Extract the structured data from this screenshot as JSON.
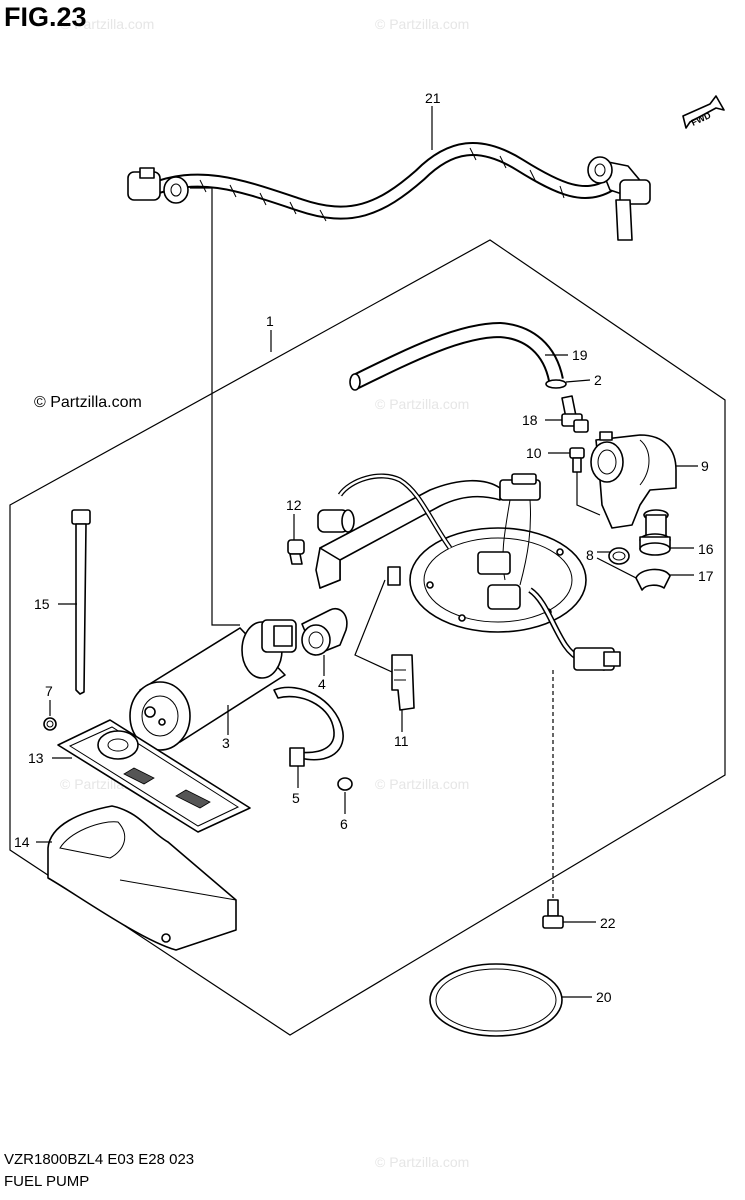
{
  "figure": {
    "title": "FIG.23",
    "model_code": "VZR1800BZL4  E03  E28  023",
    "name": "FUEL PUMP",
    "copyright": "© Partzilla.com",
    "watermark": "© Partzilla.com",
    "fwd_label": "FWD"
  },
  "callouts": {
    "c1": "1",
    "c2": "2",
    "c3": "3",
    "c4": "4",
    "c5": "5",
    "c6": "6",
    "c7": "7",
    "c8": "8",
    "c9": "9",
    "c10": "10",
    "c11": "11",
    "c12": "12",
    "c13": "13",
    "c14": "14",
    "c15": "15",
    "c16": "16",
    "c17": "17",
    "c18": "18",
    "c19": "19",
    "c20": "20",
    "c21": "21",
    "c22": "22"
  },
  "colors": {
    "line": "#000000",
    "background": "#ffffff",
    "watermark": "#e6e6e6"
  }
}
